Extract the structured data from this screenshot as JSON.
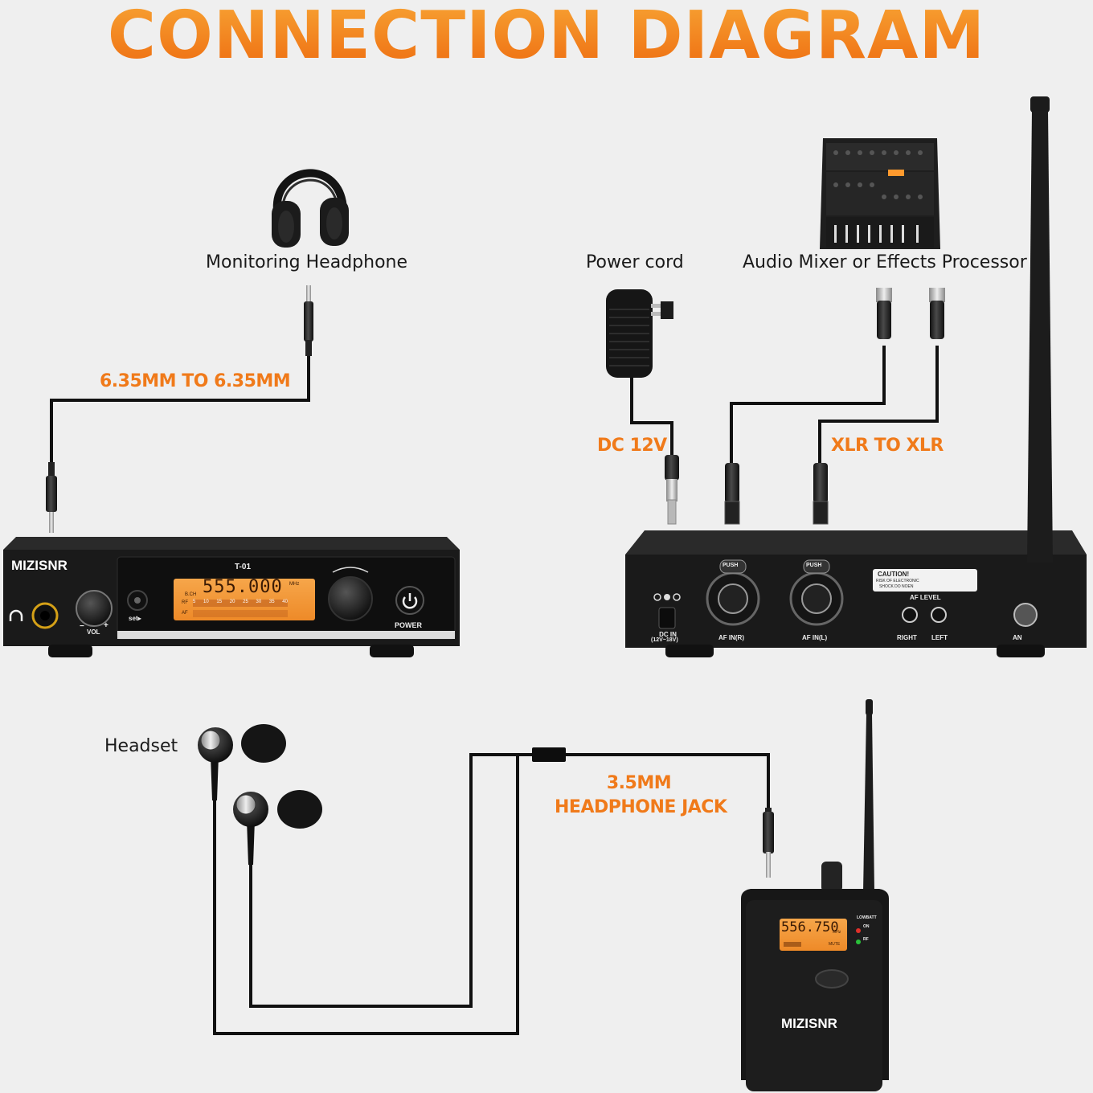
{
  "title": "CONNECTION DIAGRAM",
  "labels": {
    "monitoring_headphone": "Monitoring Headphone",
    "power_cord": "Power cord",
    "audio_mixer": "Audio Mixer or Effects Processor",
    "headset": "Headset"
  },
  "cables": {
    "headphone_cable": "6.35MM TO 6.35MM",
    "dc": "DC 12V",
    "xlr": "XLR TO XLR",
    "jack_line1": "3.5MM",
    "jack_line2": "HEADPHONE JACK"
  },
  "transmitter_front": {
    "brand": "MIZISNR",
    "model": "T-01",
    "display": "555.000",
    "display_unit": "MHz",
    "bch": "B.CH",
    "scale": [
      "5",
      "10",
      "15",
      "20",
      "25",
      "30",
      "35",
      "40"
    ],
    "rf": "RF",
    "af": "AF",
    "set_label": "set",
    "vol_label": "VOL",
    "minus": "−",
    "plus": "+",
    "power_label": "POWER"
  },
  "transmitter_back": {
    "dc_in": "DC IN",
    "dc_range": "(12V~18V)",
    "push": "PUSH",
    "af_in_r": "AF IN(R)",
    "af_in_l": "AF IN(L)",
    "caution_title": "CAUTION!",
    "caution_line1": "RISK OF ELECTRONIC",
    "caution_line2": "SHOCK DO NOEN",
    "af_level": "AF LEVEL",
    "right": "RIGHT",
    "left": "LEFT",
    "ant": "AN"
  },
  "receiver": {
    "brand": "MIZISNR",
    "display": "556.750",
    "display_unit": "MHz",
    "mute": "MUTE",
    "lowbatt": "LOWBATT",
    "on": "ON",
    "rf": "RF"
  },
  "colors": {
    "title_orange": "#f28a1e",
    "cable_label_orange": "#f07a1a",
    "lcd_orange": "#f39a3a",
    "device_black": "#1a1a1a",
    "background": "#efefef"
  }
}
